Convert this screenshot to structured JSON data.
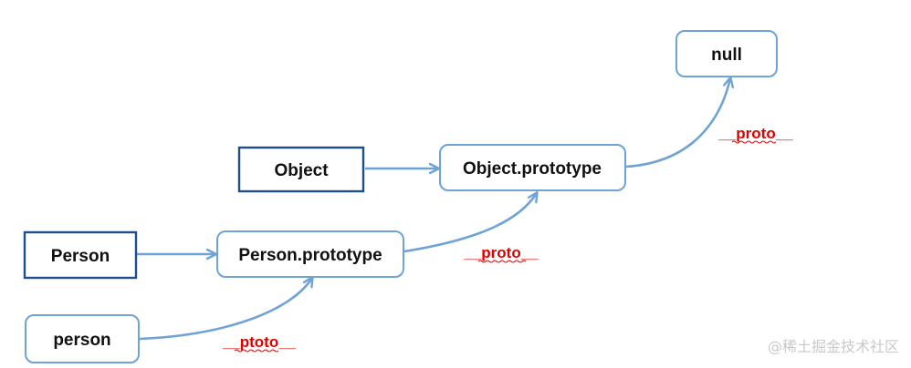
{
  "nodes": {
    "null": {
      "label": "null"
    },
    "object": {
      "label": "Object"
    },
    "object_prototype": {
      "label": "Object.prototype"
    },
    "person": {
      "label": "Person"
    },
    "person_prototype": {
      "label": "Person.prototype"
    },
    "person_instance": {
      "label": "person"
    }
  },
  "edges": {
    "object_prototype_to_null": {
      "label": "__proto__"
    },
    "person_prototype_to_object_prototype": {
      "label": "__proto__"
    },
    "person_instance_to_person_prototype": {
      "label": "__ptoto__"
    }
  },
  "watermark": "@稀土掘金技术社区",
  "colors": {
    "arrow": "#6fa3d6",
    "box_border": "#6fa3d6",
    "label": "#e00000",
    "watermark": "#c9c9c9"
  }
}
